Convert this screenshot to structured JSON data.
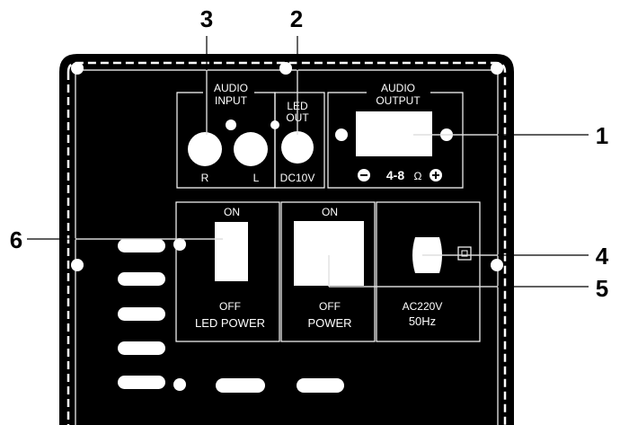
{
  "callouts": {
    "n1": "1",
    "n2": "2",
    "n3": "3",
    "n4": "4",
    "n5": "5",
    "n6": "6"
  },
  "panel": {
    "audio_input_line1": "AUDIO",
    "audio_input_line2": "INPUT",
    "jack_r": "R",
    "jack_l": "L",
    "led_out_line1": "LED",
    "led_out_line2": "OUT",
    "dc_label": "DC10V",
    "audio_output_line1": "AUDIO",
    "audio_output_line2": "OUTPUT",
    "impedance": "4-8",
    "ohm_symbol": "Ω",
    "led_switch_on": "ON",
    "led_switch_off": "OFF",
    "led_switch_name": "LED POWER",
    "power_switch_on": "ON",
    "power_switch_off": "OFF",
    "power_switch_name": "POWER",
    "ac_voltage": "AC220V",
    "ac_freq": "50Hz"
  },
  "colors": {
    "panel": "#000000",
    "line": "#ffffff",
    "background": "#ffffff"
  }
}
